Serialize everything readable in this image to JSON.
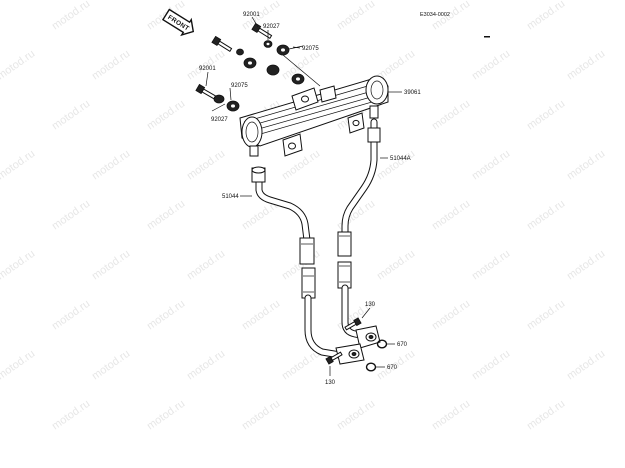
{
  "diagram": {
    "reference_code": "E3034-0002",
    "front_marker": "FRONT",
    "watermark": "motod.ru",
    "parts": {
      "bolt_top": "92001",
      "washer_top": "92027",
      "damper_top": "92075",
      "bolt_left": "92001",
      "damper_left": "92075",
      "washer_left": "92027",
      "oil_cooler": "39061",
      "hose_right": "51044A",
      "hose_left": "51044",
      "bolt_lower_right": "130",
      "oring_upper": "670",
      "oring_lower": "670",
      "bolt_lower_left": "130"
    }
  }
}
